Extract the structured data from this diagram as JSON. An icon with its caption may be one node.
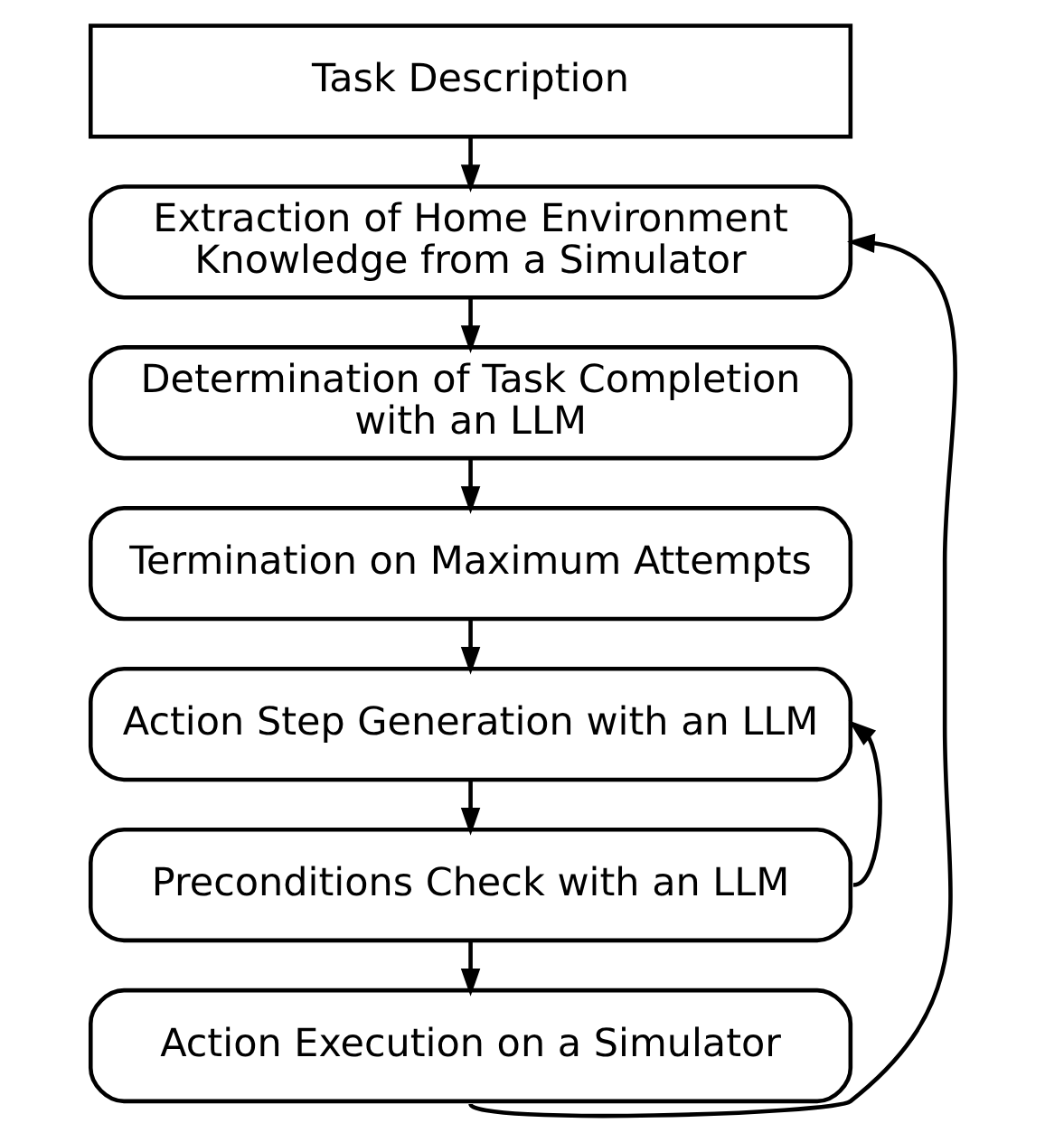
{
  "diagram": {
    "nodes": [
      {
        "text": [
          "Task Description"
        ]
      },
      {
        "text": [
          "Extraction of Home Environment Knowledge from a Simulator"
        ]
      },
      {
        "text": [
          "Determination of Task Completion with an LLM"
        ]
      },
      {
        "text": [
          "Termination on Maximum Attempts"
        ]
      },
      {
        "text": [
          "Action Step Generation with an LLM"
        ]
      },
      {
        "text": [
          "Preconditions Check with an LLM"
        ]
      },
      {
        "text": [
          "Action Execution on a Simulator"
        ]
      }
    ],
    "edges": [
      {
        "from": 0,
        "to": 1,
        "arrow": "to"
      },
      {
        "from": 1,
        "to": 2,
        "arrow": "to"
      },
      {
        "from": 2,
        "to": 3,
        "arrow": "to"
      },
      {
        "from": 3,
        "to": 4,
        "arrow": "to"
      },
      {
        "from": 4,
        "to": 5,
        "arrow": "to"
      },
      {
        "from": 5,
        "to": 6,
        "arrow": "to"
      },
      {
        "from": 5,
        "to": 4,
        "arrow": "to"
      },
      {
        "from": 6,
        "to": 1,
        "arrow": "to"
      }
    ]
  }
}
